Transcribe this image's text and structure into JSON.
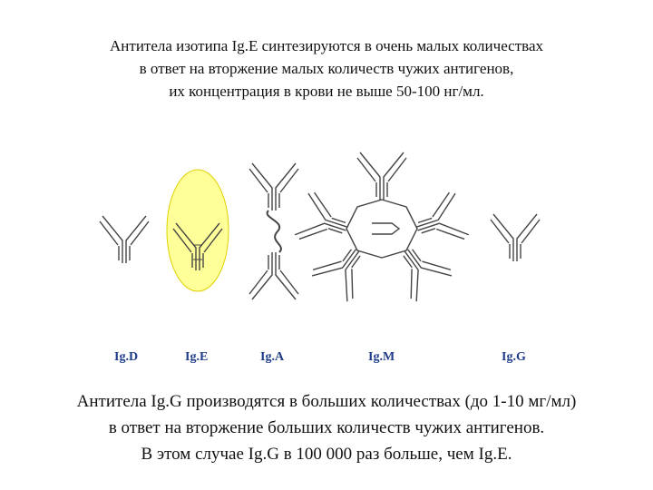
{
  "header_text": [
    "Антитела изотипа Ig.E синтезируются в очень малых количествах",
    "в ответ на вторжение малых количеств чужих антигенов,",
    "их концентрация в крови не выше 50-100 нг/мл."
  ],
  "antibody_labels": {
    "igd": "Ig.D",
    "ige": "Ig.E",
    "iga": "Ig.A",
    "igm": "Ig.M",
    "igg": "Ig.G"
  },
  "footer_text": [
    "Антитела Ig.G производятся в больших количествах (до 1-10 мг/мл)",
    "в ответ на вторжение больших количеств чужих антигенов.",
    "В этом случае Ig.G в 100 000 раз больше, чем Ig.E."
  ],
  "colors": {
    "label": "#1f3c88",
    "highlight_fill": "#ffff99",
    "highlight_stroke": "#e0d000",
    "line": "#444444"
  }
}
